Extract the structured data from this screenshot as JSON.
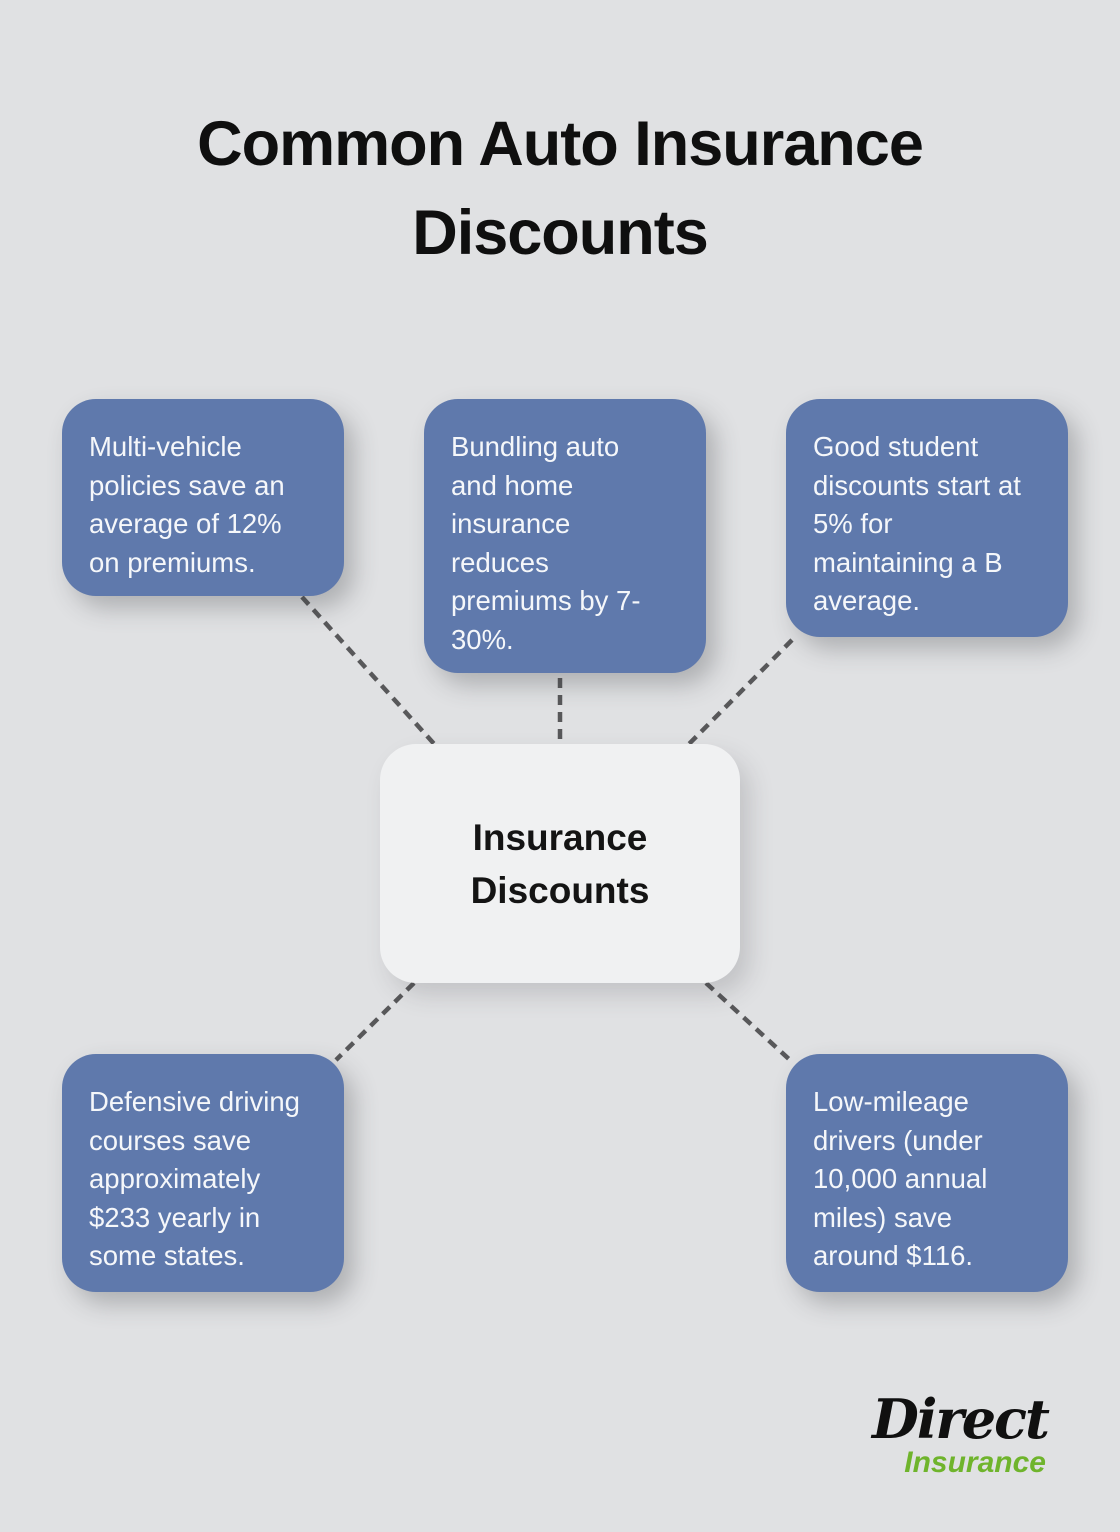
{
  "title": "Common Auto Insurance\nDiscounts",
  "center": {
    "label": "Insurance\nDiscounts"
  },
  "nodes": [
    {
      "id": "multi-vehicle",
      "text": "Multi-vehicle\npolicies save an\naverage of 12%\non premiums."
    },
    {
      "id": "bundling",
      "text": "Bundling auto\nand home\ninsurance\nreduces\npremiums by 7-\n30%."
    },
    {
      "id": "good-student",
      "text": "Good student\ndiscounts start at\n5% for\nmaintaining a B\naverage."
    },
    {
      "id": "defensive-driving",
      "text": "Defensive driving\ncourses save\napproximately\n$233 yearly in\nsome states."
    },
    {
      "id": "low-mileage",
      "text": "Low-mileage\ndrivers (under\n10,000 annual\nmiles) save\naround $116."
    }
  ],
  "logo": {
    "name": "Direct",
    "tagline": "Insurance"
  },
  "colors": {
    "background": "#e0e1e3",
    "node_fill": "#5f79ac",
    "node_text": "#f5f7fa",
    "hub_fill": "#f0f1f2",
    "connector": "#58585a",
    "title_text": "#0f0f0f",
    "logo_green": "#6fb42c"
  }
}
